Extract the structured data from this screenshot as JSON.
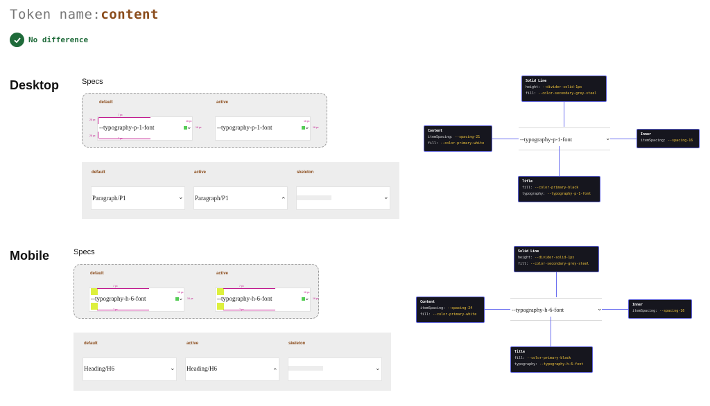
{
  "header": {
    "token_label": "Token name:",
    "token_value": "content",
    "status_text": "No difference"
  },
  "desktop": {
    "section_title": "Desktop",
    "specs_title": "Specs",
    "spec": {
      "default_label": "default",
      "active_label": "active",
      "field_text": "--typography-p-1-font",
      "measure_top": "7 px",
      "measure_bottom": "7 px",
      "measure_left_top": "28 px",
      "measure_left_bottom": "28 px",
      "measure_right_a": "16 px",
      "measure_right_b": "16 px"
    },
    "gallery": {
      "default_label": "default",
      "active_label": "active",
      "skeleton_label": "skeleton",
      "default_value": "Paragraph/P1",
      "active_value": "Paragraph/P1"
    },
    "annotation": {
      "demo_text": "--typography-p-1-font",
      "solid_line": {
        "title": "Solid Line",
        "l1k": "height: ",
        "l1v": "--divider-solid-1px",
        "l2k": "fill: ",
        "l2v": "--color-secondary-grey-steel"
      },
      "content": {
        "title": "Content",
        "l1k": "itemSpacing: ",
        "l1v": "--spacing-21",
        "l2k": "fill: ",
        "l2v": "--color-primary-white"
      },
      "inner": {
        "title": "Inner",
        "l1k": "itemSpacing: ",
        "l1v": "--spacing-16"
      },
      "title_box": {
        "title": "Title",
        "l1k": "fill: ",
        "l1v": "--color-primary-black",
        "l2k": "typography: ",
        "l2v": "--typography-p-1-font"
      }
    }
  },
  "mobile": {
    "section_title": "Mobile",
    "specs_title": "Specs",
    "spec": {
      "default_label": "default",
      "active_label": "active",
      "field_text": "--typography-h-6-font",
      "measure_top": "7 px",
      "measure_bottom": "7 px",
      "measure_right_a": "16 px",
      "measure_right_b": "16 px"
    },
    "gallery": {
      "default_label": "default",
      "active_label": "active",
      "skeleton_label": "skeleton",
      "default_value": "Heading/H6",
      "active_value": "Heading/H6"
    },
    "annotation": {
      "demo_text": "--typography-h-6-font",
      "solid_line": {
        "title": "Solid Line",
        "l1k": "height: ",
        "l1v": "--divider-solid-1px",
        "l2k": "fill: ",
        "l2v": "--color-secondary-grey-steel"
      },
      "content": {
        "title": "Content",
        "l1k": "itemSpacing: ",
        "l1v": "--spacing-24",
        "l2k": "fill: ",
        "l2v": "--color-primary-white"
      },
      "inner": {
        "title": "Inner",
        "l1k": "itemSpacing: ",
        "l1v": "--spacing-16"
      },
      "title_box": {
        "title": "Title",
        "l1k": "fill: ",
        "l1v": "--color-primary-black",
        "l2k": "typography: ",
        "l2v": "--typography-h-6-font"
      }
    }
  },
  "icons": {
    "status": "check-circle-icon",
    "chevron_down": "chevron-down-icon",
    "chevron_up": "chevron-up-icon"
  },
  "colors": {
    "token_value": "#8a4b1a",
    "status_green": "#1f6b3a",
    "measure_pink": "#c0168d",
    "annotation_border": "#5b5fd6",
    "annotation_value": "#f0c53a"
  }
}
